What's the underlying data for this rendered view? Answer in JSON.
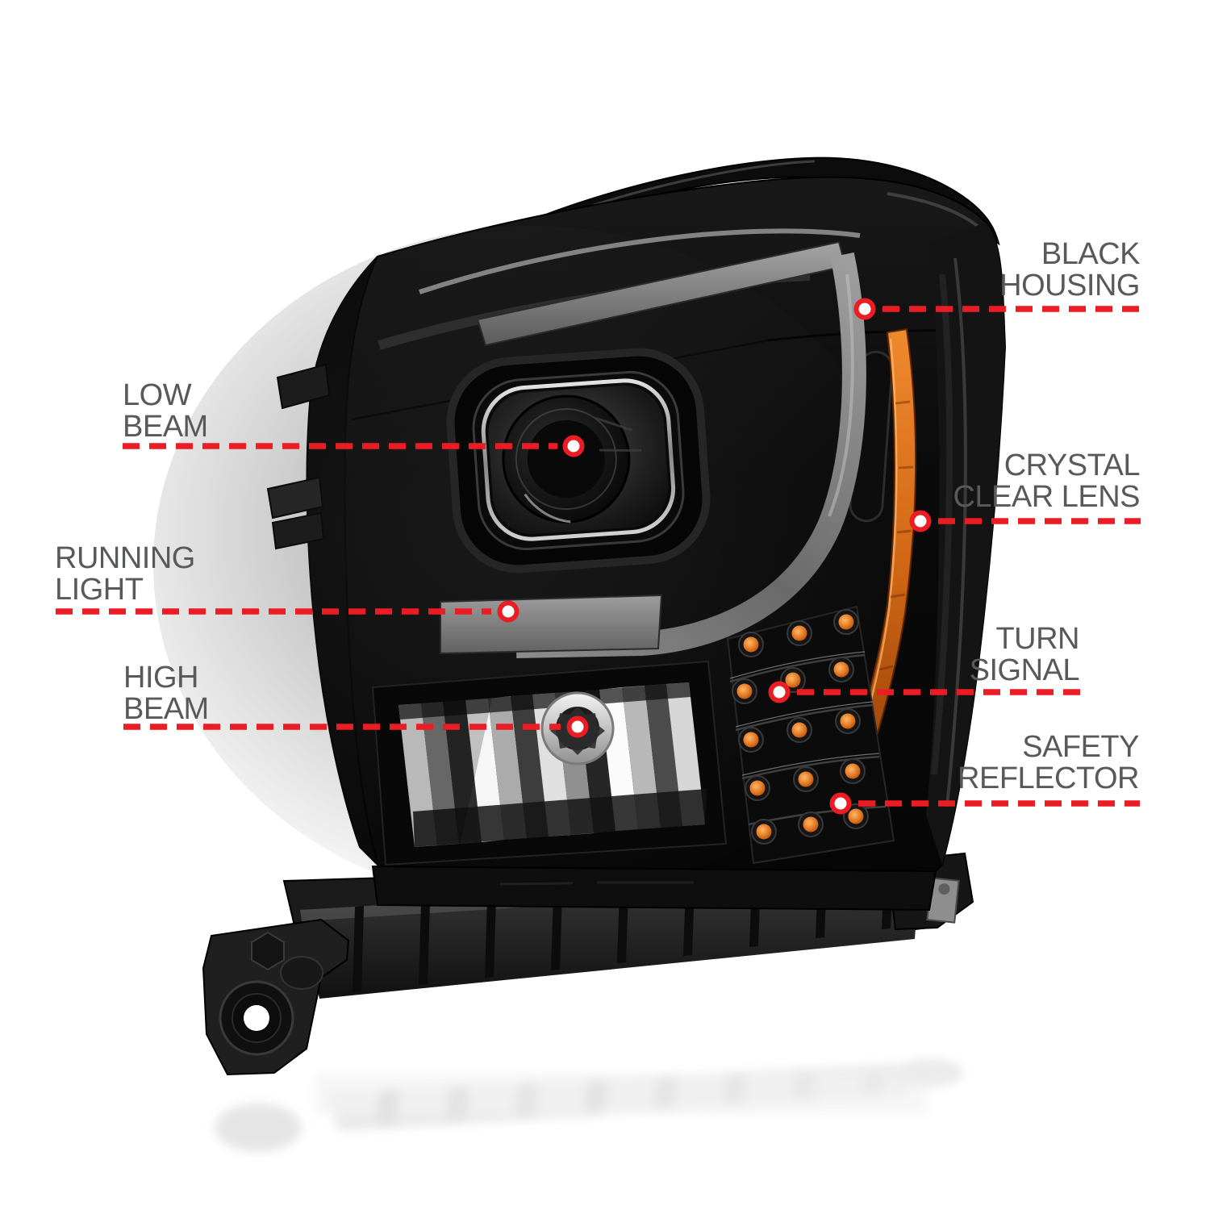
{
  "colors": {
    "accent_red": "#ec1c24",
    "label_gray": "#58595b",
    "amber": "#d96b1c",
    "background": "#ffffff",
    "marker_center": "#ffffff"
  },
  "annotations": [
    {
      "id": "black-housing",
      "line1": "BLACK",
      "line2": "HOUSING",
      "side": "right"
    },
    {
      "id": "low-beam",
      "line1": "LOW",
      "line2": "BEAM",
      "side": "left"
    },
    {
      "id": "crystal-clear-lens",
      "line1": "CRYSTAL",
      "line2": "CLEAR LENS",
      "side": "right"
    },
    {
      "id": "running-light",
      "line1": "RUNNING",
      "line2": "LIGHT",
      "side": "left"
    },
    {
      "id": "turn-signal",
      "line1": "TURN",
      "line2": "SIGNAL",
      "side": "right"
    },
    {
      "id": "high-beam",
      "line1": "HIGH",
      "line2": "BEAM",
      "side": "left"
    },
    {
      "id": "safety-reflector",
      "line1": "SAFETY",
      "line2": "REFLECTOR",
      "side": "right"
    }
  ]
}
